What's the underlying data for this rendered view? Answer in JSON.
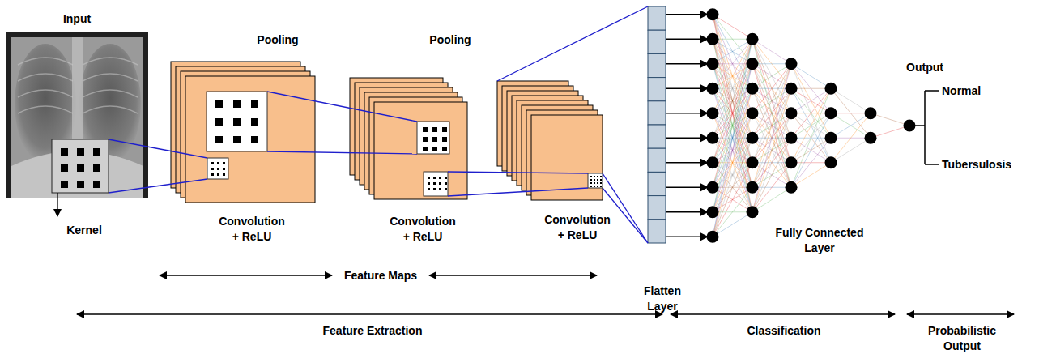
{
  "diagram": {
    "nodes": [
      {
        "text": [
          "Input"
        ]
      },
      {
        "text": [
          "Convolution + ReLU"
        ]
      },
      {
        "text": [
          "Convolution + ReLU"
        ]
      },
      {
        "text": [
          "Convolution + ReLU"
        ]
      },
      {
        "text": [
          "Flatten Layer"
        ]
      },
      {
        "text": [
          "Fully Connected Layer"
        ]
      },
      {
        "text": [
          "Output"
        ]
      }
    ],
    "edges": [
      {
        "from": 4,
        "to": 5,
        "arrow": "to"
      },
      {
        "from": 4,
        "to": 5,
        "arrow": "to"
      },
      {
        "from": 4,
        "to": 5,
        "arrow": "to"
      },
      {
        "from": 4,
        "to": 5,
        "arrow": "to"
      },
      {
        "from": 4,
        "to": 5,
        "arrow": "to"
      },
      {
        "from": 4,
        "to": 5,
        "arrow": "to"
      },
      {
        "from": 4,
        "to": 5,
        "arrow": "to"
      },
      {
        "from": 4,
        "to": 5,
        "arrow": "to"
      },
      {
        "from": 4,
        "to": 5,
        "arrow": "to"
      },
      {
        "from": 4,
        "to": 5,
        "arrow": "to"
      }
    ],
    "labels": [
      "Pooling",
      "Pooling",
      "Kernel",
      "Feature Maps",
      "Feature Extraction",
      "Classification",
      "Probabilistic Output",
      "Normal",
      "Tubersulosis"
    ]
  }
}
